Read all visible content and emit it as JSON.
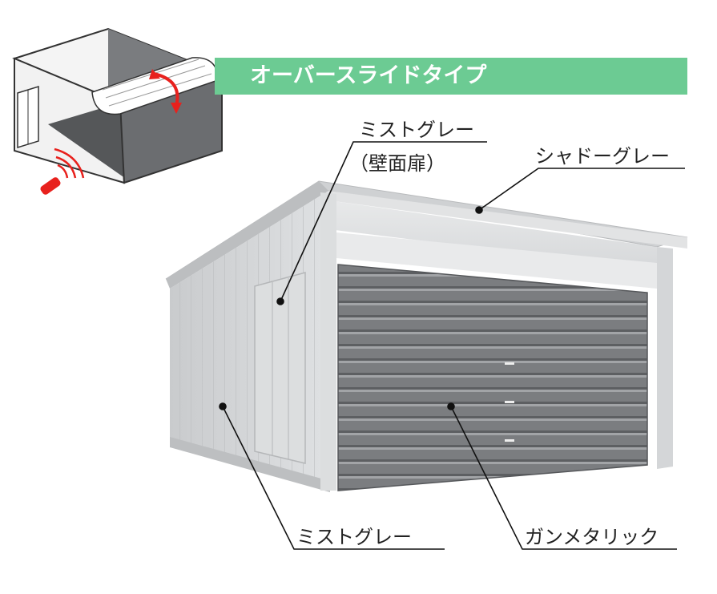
{
  "banner": {
    "title": "オーバースライドタイプ",
    "color": "#6ccb93"
  },
  "labels": {
    "door_color": "ミストグレー",
    "door_note": "（壁面扉）",
    "roof_color": "シャドーグレー",
    "wall_color": "ミストグレー",
    "shutter_color": "ガンメタリック"
  },
  "colors": {
    "remote": "#e8211d",
    "arrow": "#e8211d",
    "shutter": "#7d7f82",
    "body": "#d4d6d8"
  }
}
